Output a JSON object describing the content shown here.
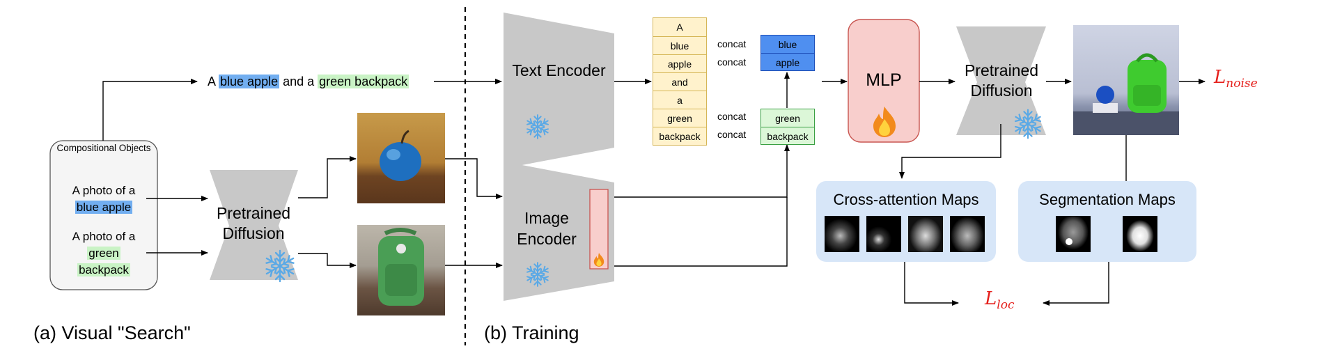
{
  "visual_search": {
    "caption": "(a) Visual \"Search\"",
    "objects_box": {
      "title": "Compositional Objects",
      "prompt_prefix": "A photo of a",
      "apple_text": "blue apple",
      "backpack_word1": "green",
      "backpack_word2": "backpack"
    },
    "diffusion_label": "Pretrained Diffusion",
    "sentence": {
      "prefix": "A ",
      "blue_apple": "blue apple",
      "middle": " and a ",
      "green_backpack": "green backpack"
    }
  },
  "training": {
    "caption": "(b) Training",
    "text_encoder": "Text Encoder",
    "image_encoder": "Image Encoder",
    "tokens": [
      "A",
      "blue",
      "apple",
      "and",
      "a",
      "green",
      "backpack"
    ],
    "concat_label": "concat",
    "concat_tokens": {
      "blue": "blue",
      "apple": "apple",
      "green": "green",
      "backpack": "backpack"
    },
    "mlp_label": "MLP",
    "diffusion_label": "Pretrained Diffusion",
    "loss_noise": {
      "base": "L",
      "sub": "noise"
    },
    "loss_loc": {
      "base": "L",
      "sub": "loc"
    },
    "cross_attention_title": "Cross-attention Maps",
    "segmentation_title": "Segmentation Maps"
  },
  "colors": {
    "blue_highlight": "#72aef0",
    "green_highlight": "#c9f3c5",
    "token_fill": "#fff2cc",
    "token_border": "#d6b656",
    "concat_blue_fill": "#4f8ff0",
    "concat_blue_border": "#1e4fb8",
    "concat_green_fill": "#dcf7d8",
    "concat_green_border": "#3aa043",
    "mlp_fill": "#f8cecc",
    "mlp_border": "#c85550",
    "encoder_fill": "#c8c8c8",
    "map_panel_fill": "#d7e6f8",
    "loss_red": "#e5201c"
  },
  "icons": [
    "snowflake-icon",
    "flame-icon"
  ]
}
